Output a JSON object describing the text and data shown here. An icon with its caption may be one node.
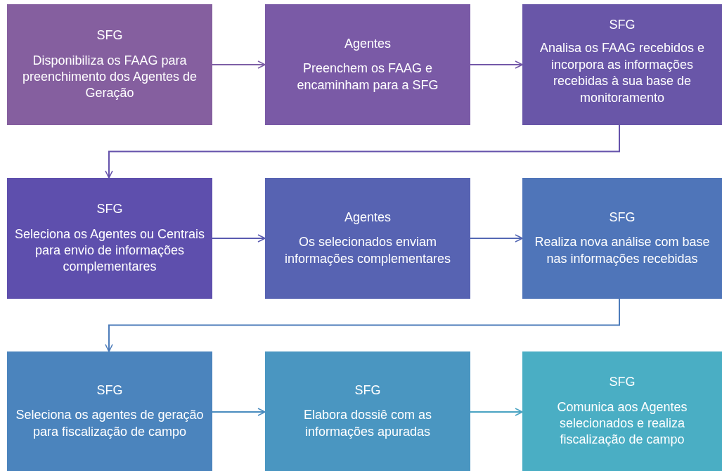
{
  "diagram": {
    "nodes": [
      {
        "text": [
          "SFG",
          "Disponibiliza os FAAG para preenchimento dos Agentes de Geração"
        ]
      },
      {
        "text": [
          "Agentes",
          "Preenchem os FAAG e encaminham para a SFG"
        ]
      },
      {
        "text": [
          "SFG",
          "Analisa os FAAG recebidos e incorpora as informações recebidas à sua base de monitoramento"
        ]
      },
      {
        "text": [
          "SFG",
          "Seleciona os Agentes ou Centrais para envio de informações complementares"
        ]
      },
      {
        "text": [
          "Agentes",
          "Os selecionados enviam informações complementares"
        ]
      },
      {
        "text": [
          "SFG",
          "Realiza nova análise com base nas informações recebidas"
        ]
      },
      {
        "text": [
          "SFG",
          "Seleciona os agentes de geração para fiscalização de campo"
        ]
      },
      {
        "text": [
          "SFG",
          "Elabora dossiê com as informações apuradas"
        ]
      },
      {
        "text": [
          "SFG",
          "Comunica aos Agentes selecionados e realiza fiscalização de campo"
        ]
      }
    ],
    "edges": [
      {
        "from": 0,
        "to": 1,
        "arrow": "to",
        "color": "#7d5fa6"
      },
      {
        "from": 1,
        "to": 2,
        "arrow": "to",
        "color": "#7358a8"
      },
      {
        "from": 2,
        "to": 3,
        "arrow": "to",
        "color": "#6552ab"
      },
      {
        "from": 3,
        "to": 4,
        "arrow": "to",
        "color": "#5a5bb0"
      },
      {
        "from": 4,
        "to": 5,
        "arrow": "to",
        "color": "#5468b4"
      },
      {
        "from": 5,
        "to": 6,
        "arrow": "to",
        "color": "#4d7cba"
      },
      {
        "from": 6,
        "to": 7,
        "arrow": "to",
        "color": "#4a8cbf"
      },
      {
        "from": 7,
        "to": 8,
        "arrow": "to",
        "color": "#4aa3c2"
      }
    ]
  }
}
